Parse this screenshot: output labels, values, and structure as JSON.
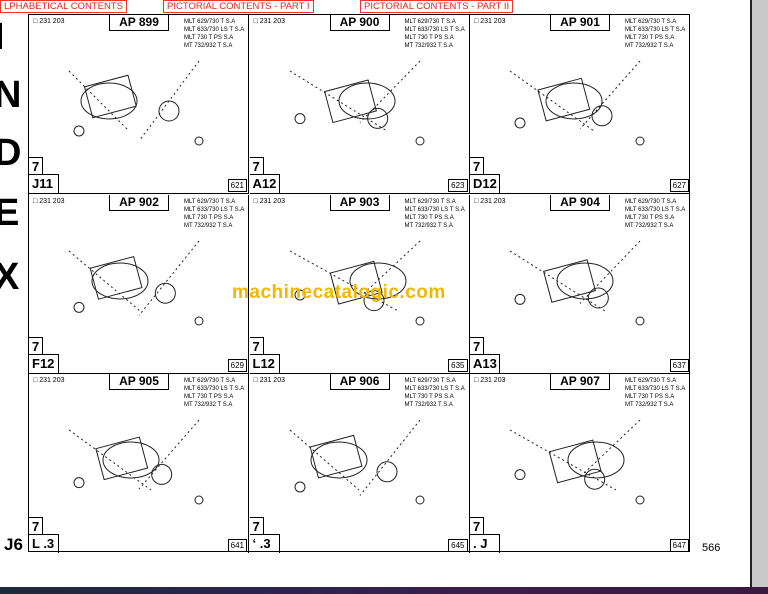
{
  "nav": {
    "alphabetical": "LPHABETICAL CONTENTS",
    "pictorial_1": "PICTORIAL CONTENTS - PART I",
    "pictorial_2": "PICTORIAL CONTENTS - PART II"
  },
  "side_letters": [
    "I",
    "N",
    "D",
    "E",
    "X"
  ],
  "watermark": "machinecatalogic.com",
  "row_label": "J6",
  "page_number": "566",
  "models": [
    "MLT 629/730 T S.A",
    "MLT 633/730 LS T S.A",
    "MLT 730 T PS S.A",
    "MT 732/932 T S.A"
  ],
  "cells": [
    {
      "code": "231 203",
      "ap": "AP 899",
      "sev": "7",
      "loc": "J11",
      "page": "621"
    },
    {
      "code": "231 203",
      "ap": "AP 900",
      "sev": "7",
      "loc": "A12",
      "page": "623"
    },
    {
      "code": "231 203",
      "ap": "AP 901",
      "sev": "7",
      "loc": "D12",
      "page": "627"
    },
    {
      "code": "231 203",
      "ap": "AP 902",
      "sev": "7",
      "loc": "F12",
      "page": "629"
    },
    {
      "code": "231 203",
      "ap": "AP 903",
      "sev": "7",
      "loc": "L12",
      "page": "635"
    },
    {
      "code": "231 203",
      "ap": "AP 904",
      "sev": "7",
      "loc": "A13",
      "page": "637"
    },
    {
      "code": "231 203",
      "ap": "AP 905",
      "sev": "7",
      "loc": "L .3",
      "page": "641"
    },
    {
      "code": "231 203",
      "ap": "AP 906",
      "sev": "7",
      "loc": "‘ .3",
      "page": "645"
    },
    {
      "code": "231 203",
      "ap": "AP 907",
      "sev": "7",
      "loc": ". J",
      "page": "647"
    }
  ]
}
